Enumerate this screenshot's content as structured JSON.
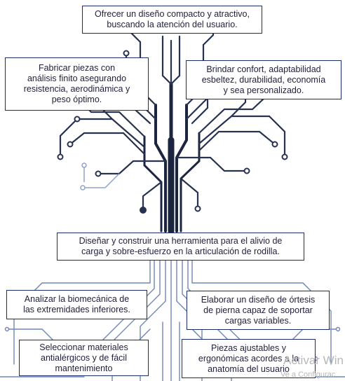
{
  "boxes": {
    "top": "Ofrecer un diseño compacto y atractivo,\nbuscando la atención del usuario.",
    "left_upper": "Fabricar piezas con\nanálisis finito asegurando\nresistencia, aerodinámica y\npeso óptimo.",
    "right_upper": "Brindar confort, adaptabilidad\nesbeltez, durabilidad, economía\ny sea personalizado.",
    "center": "Diseñar y construir una herramienta para el alivio de\ncarga y sobre-esfuerzo en la articulación de rodilla.",
    "left_mid": "Analizar la biomecánica de\nlas extremidades inferiores.",
    "right_mid": "Elaborar un diseño de órtesis\nde pierna capaz de soportar\ncargas variables.",
    "left_bottom": "Seleccionar materiales\nantialérgicos y de fácil\nmantenimiento",
    "right_bottom": "Piezas ajustables y\nergonómicas acordes a la\nanatomía del usuario"
  },
  "watermark": {
    "line1": "Activar Win",
    "line2": "Ve a Configurac"
  },
  "colors": {
    "trunk": "#1c2540",
    "branch": "#26324f",
    "root": "#6f86b8",
    "border": "#1b2c6b"
  }
}
